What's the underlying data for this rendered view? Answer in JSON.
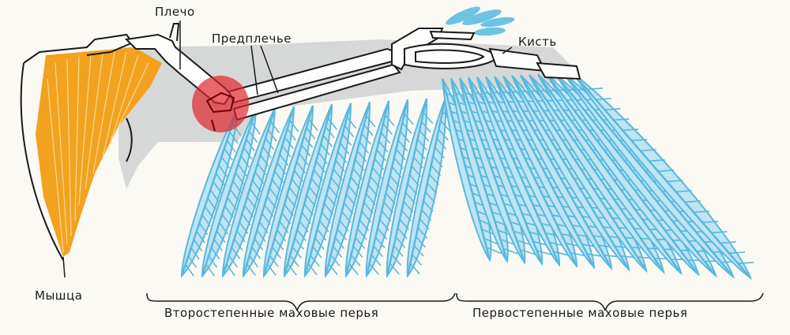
{
  "labels": {
    "shoulder": "Плечо",
    "forearm": "Предплечье",
    "hand": "Кисть",
    "muscle": "Мышца",
    "secondary_feathers": "Второстепенные маховые перья",
    "primary_feathers": "Первостепенные маховые перья"
  },
  "colors": {
    "background": "#fbf9f3",
    "feather": "#5ab8dd",
    "muscle": "#f2a21e",
    "bone_outline": "#1a1a1a",
    "shadow": "#c9ccce",
    "highlight": "#e0262c"
  }
}
